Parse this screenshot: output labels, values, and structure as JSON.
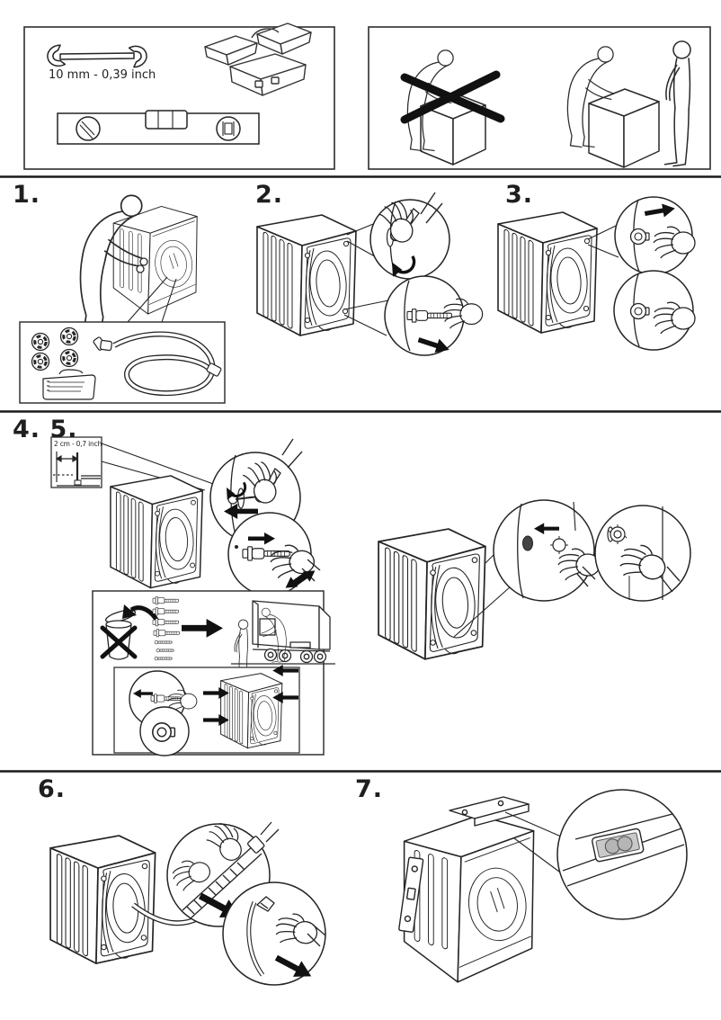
{
  "page": {
    "background": "#ffffff",
    "ink": "#242424",
    "divider_color": "#1a1a1a",
    "arrow_color": "#111111"
  },
  "prep": {
    "tools": {
      "wrench_label": "10 mm - 0,39 inch",
      "icons": [
        "open-end-wrench-icon",
        "toolbox-icon",
        "spirit-level-icon"
      ]
    },
    "lifting": {
      "icons": [
        "single-person-lift-prohibited-icon",
        "two-person-lift-icon"
      ]
    }
  },
  "steps": [
    {
      "number": "1.",
      "illustration": "unpack-accessories"
    },
    {
      "number": "2.",
      "illustration": "unscrew-transport-bolts"
    },
    {
      "number": "3.",
      "illustration": "remove-bolts-fit-caps"
    },
    {
      "number": "4. 5.",
      "clearance_label": "2 cm - 0,7 inch",
      "illustration": "keep-bolts-and-connect-inlet-hose"
    },
    {
      "number": "6.",
      "illustration": "position-drain-hose"
    },
    {
      "number": "7.",
      "illustration": "level-washing-machine"
    }
  ]
}
